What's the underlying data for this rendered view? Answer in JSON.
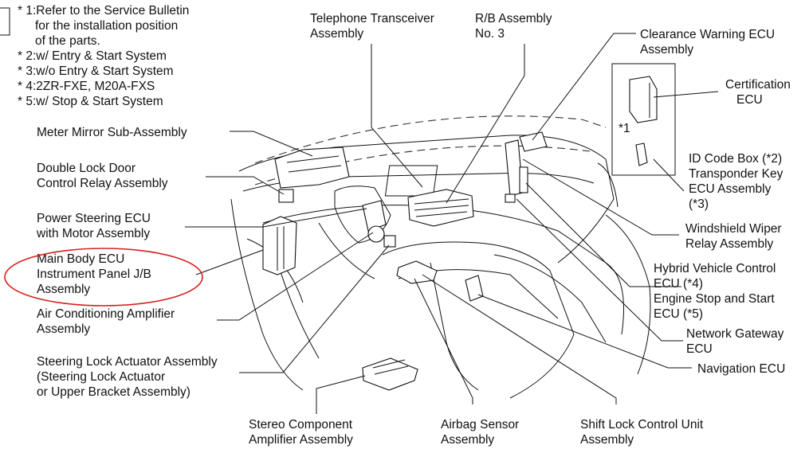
{
  "notes": [
    "* 1:Refer to the Service Bulletin",
    "for the installation position",
    "of the parts.",
    "* 2:w/ Entry & Start System",
    "* 3:w/o Entry & Start System",
    "* 4:2ZR-FXE, M20A-FXS",
    "* 5:w/ Stop & Start System"
  ],
  "left_labels": {
    "meter_mirror": [
      "Meter Mirror Sub-Assembly"
    ],
    "double_lock": [
      "Double Lock Door",
      "Control Relay Assembly"
    ],
    "power_steering": [
      "Power Steering ECU",
      "with Motor Assembly"
    ],
    "main_body": [
      "Main Body ECU",
      "Instrument Panel J/B",
      "Assembly"
    ],
    "air_conditioning": [
      "Air Conditioning Amplifier",
      "Assembly"
    ],
    "steering_lock": [
      "Steering Lock Actuator Assembly",
      "(Steering Lock Actuator",
      "or Upper Bracket Assembly)"
    ]
  },
  "top_labels": {
    "telephone": [
      "Telephone Transceiver",
      "Assembly"
    ],
    "rb_assembly": [
      "R/B Assembly",
      "No. 3"
    ]
  },
  "right_labels": {
    "clearance": [
      "Clearance Warning ECU",
      "Assembly"
    ],
    "certification": [
      "Certification",
      "ECU"
    ],
    "star1": "*1",
    "id_code": [
      "ID Code Box (*2)",
      "Transponder Key",
      "ECU Assembly",
      "(*3)"
    ],
    "wiper": [
      "Windshield Wiper",
      "Relay Assembly"
    ],
    "hybrid": [
      "Hybrid Vehicle Control",
      "ECU (*4)",
      "Engine Stop and Start",
      "ECU (*5)"
    ],
    "gateway": [
      "Network Gateway",
      "ECU"
    ],
    "navigation": [
      "Navigation ECU"
    ]
  },
  "bottom_labels": {
    "stereo": [
      "Stereo Component",
      "Amplifier Assembly"
    ],
    "airbag": [
      "Airbag Sensor",
      "Assembly"
    ],
    "shift_lock": [
      "Shift Lock Control Unit",
      "Assembly"
    ]
  },
  "highlight_color": "#d81e1e"
}
